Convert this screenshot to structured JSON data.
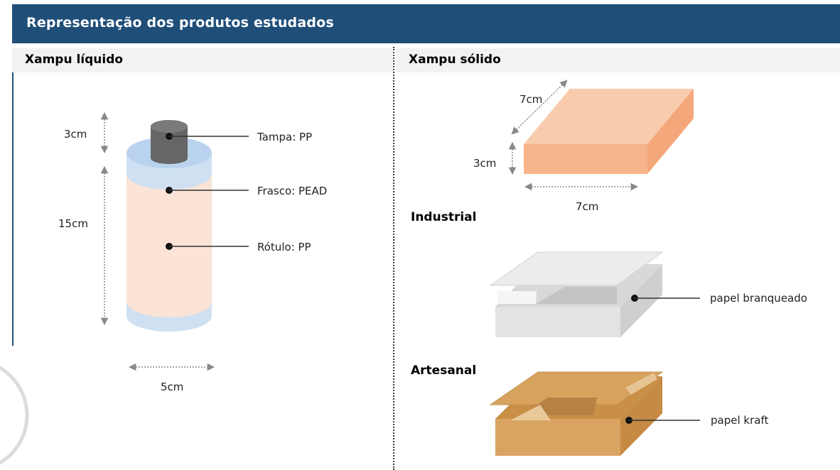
{
  "header": {
    "title": "Representação dos produtos estudados"
  },
  "liquid": {
    "title": "Xampu líquido",
    "dim_cap": "3cm",
    "dim_body": "15cm",
    "dim_width": "5cm",
    "callouts": [
      "Tampa: PP",
      "Frasco: PEAD",
      "Rótulo: PP"
    ]
  },
  "solid": {
    "title": "Xampu sólido",
    "dim_depth": "7cm",
    "dim_height": "3cm",
    "dim_width": "7cm",
    "industrial": {
      "title": "Industrial",
      "callout": "papel branqueado"
    },
    "artisanal": {
      "title": "Artesanal",
      "callout": "papel kraft"
    }
  },
  "colors": {
    "header": "#1f4e79",
    "soap": "#f7c6a5",
    "bottle_blue": "#cfe0f3",
    "label_peach": "#fbe3d5",
    "cap": "#666666",
    "kraft": "#d4a15e",
    "white_paper": "#e4e4e4"
  }
}
